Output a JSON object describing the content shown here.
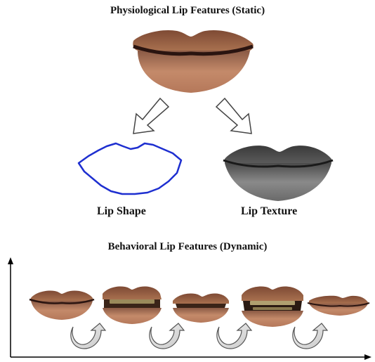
{
  "diagram": {
    "static_title": "Physiological Lip Features (Static)",
    "shape_label": "Lip Shape",
    "texture_label": "Lip Texture",
    "dynamic_title": "Behavioral Lip Features (Dynamic)"
  },
  "colors": {
    "skin_upper": "#a0664a",
    "skin_lower": "#c48a6a",
    "mouth_line": "#2a1410",
    "contour": "#1e2fd0",
    "texture_gray": "#6f6f6f",
    "curved_arrow": "#d8d8d8"
  },
  "icons": {
    "down_left_arrow": "arrow-down-left-icon",
    "down_right_arrow": "arrow-down-right-icon",
    "transition_arrow": "curved-arrow-icon"
  }
}
